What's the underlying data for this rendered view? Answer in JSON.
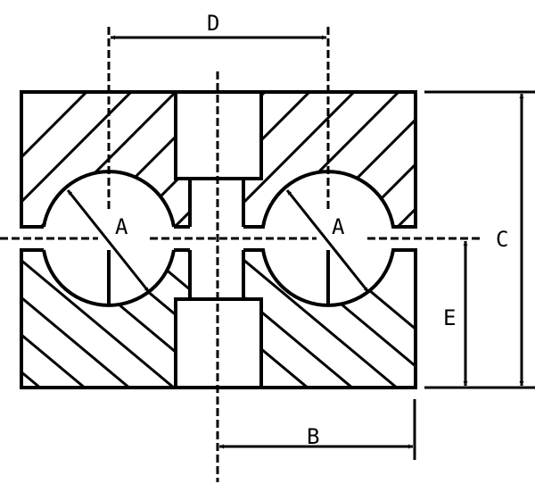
{
  "labels": {
    "diameter": "A",
    "bolt_offset": "B",
    "total_height": "C",
    "hole_spacing": "D",
    "half_height": "E"
  },
  "colors": {
    "line": "#000000",
    "background": "#ffffff"
  }
}
